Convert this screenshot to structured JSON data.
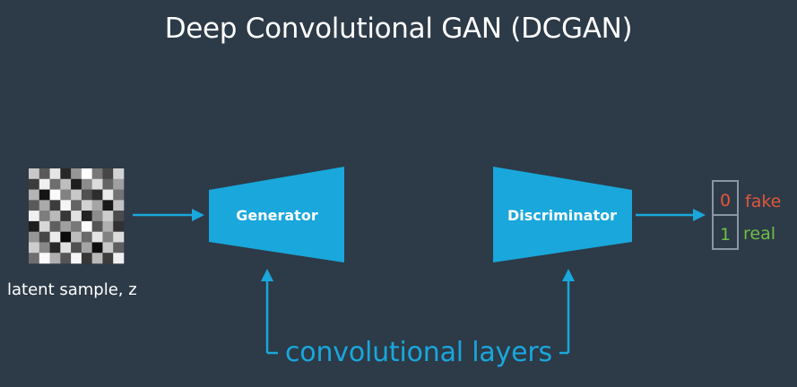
{
  "title": "Deep Convolutional GAN (DCGAN)",
  "input": {
    "label": "latent sample, z"
  },
  "generator": {
    "label": "Generator"
  },
  "discriminator": {
    "label": "Discriminator"
  },
  "outputs": [
    {
      "value": "0",
      "label": "fake",
      "color": "#e0573b"
    },
    {
      "value": "1",
      "label": "real",
      "color": "#6cbf45"
    }
  ],
  "annotation": {
    "label": "convolutional layers"
  },
  "colors": {
    "background": "#2d3a47",
    "accent": "#19a7dc",
    "text": "#ffffff",
    "output_box": "#8a96a3"
  },
  "noise_grid": [
    [
      200,
      90,
      230,
      40,
      150,
      255,
      120,
      70,
      210
    ],
    [
      60,
      240,
      110,
      190,
      30,
      140,
      220,
      100,
      160
    ],
    [
      180,
      20,
      250,
      130,
      200,
      80,
      45,
      235,
      115
    ],
    [
      90,
      170,
      60,
      245,
      100,
      210,
      165,
      25,
      195
    ],
    [
      240,
      125,
      185,
      55,
      225,
      35,
      140,
      205,
      75
    ],
    [
      30,
      215,
      95,
      160,
      120,
      250,
      85,
      175,
      50
    ],
    [
      150,
      70,
      235,
      10,
      190,
      105,
      230,
      130,
      220
    ],
    [
      205,
      135,
      40,
      225,
      80,
      165,
      15,
      200,
      95
    ],
    [
      110,
      250,
      175,
      85,
      245,
      55,
      185,
      60,
      240
    ]
  ]
}
